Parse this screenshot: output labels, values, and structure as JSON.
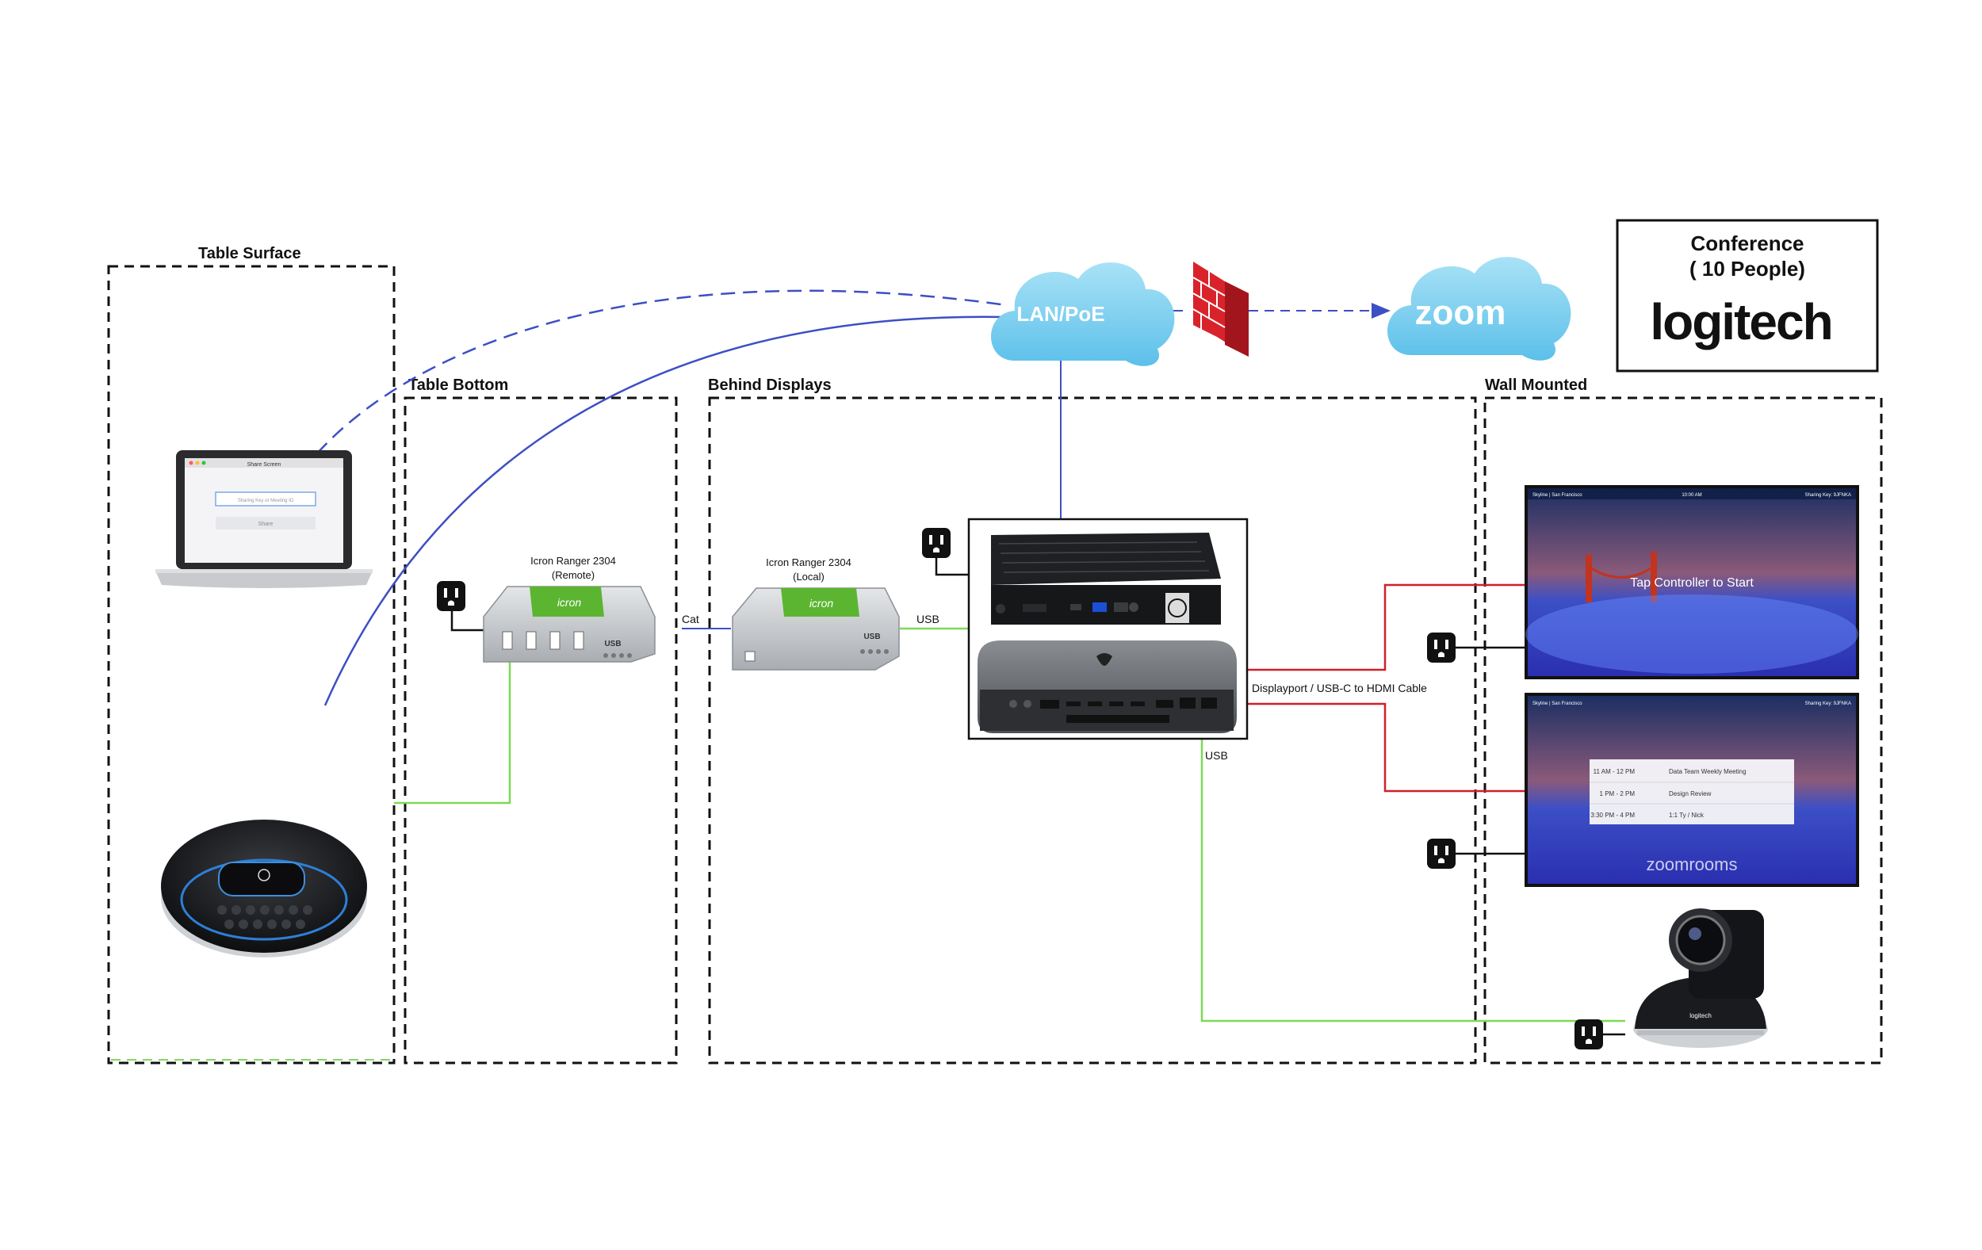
{
  "zones": {
    "table_surface": "Table Surface",
    "table_bottom": "Table Bottom",
    "behind_displays": "Behind Displays",
    "wall_mounted": "Wall Mounted"
  },
  "clouds": {
    "lan": "LAN/PoE",
    "zoom": "zoom"
  },
  "devices": {
    "icron_remote": {
      "name": "Icron Ranger 2304",
      "role": "(Remote)",
      "brand": "icron",
      "badge": "USB"
    },
    "icron_local": {
      "name": "Icron Ranger 2304",
      "role": "(Local)",
      "brand": "icron",
      "badge": "USB"
    },
    "laptop": {
      "window_title": "Share Screen",
      "input_placeholder": "Sharing Key or Meeting ID",
      "button": "Share"
    },
    "display_top": {
      "header_left": "Skyline | San Francisco",
      "header_center": "10:00 AM",
      "header_right": "Sharing Key: 9JFNKA",
      "center_text": "Tap Controller to Start"
    },
    "display_bottom": {
      "header_left": "Skyline | San Francisco",
      "header_right": "Sharing Key: 9JFNKA",
      "meetings": [
        {
          "time": "11 AM - 12 PM",
          "title": "Data Team Weekly Meeting"
        },
        {
          "time": "1 PM - 2 PM",
          "title": "Design Review"
        },
        {
          "time": "3:30 PM - 4 PM",
          "title": "1:1 Ty / Nick"
        }
      ],
      "brand": "zoomrooms"
    },
    "camera_brand": "logitech"
  },
  "connections": {
    "cat": "Cat",
    "usb_local": "USB",
    "hdmi": "Displayport / USB-C to HDMI Cable",
    "usb_camera": "USB"
  },
  "conference_box": {
    "line1": "Conference",
    "line2": "( 10  People)",
    "logo": "logitech"
  },
  "colors": {
    "network_line": "#3d4fc4",
    "usb_line": "#7ed957",
    "hdmi_line": "#d21f2b",
    "power_line": "#111111",
    "cloud": "#7fd0ef",
    "firewall": "#d9232b"
  }
}
